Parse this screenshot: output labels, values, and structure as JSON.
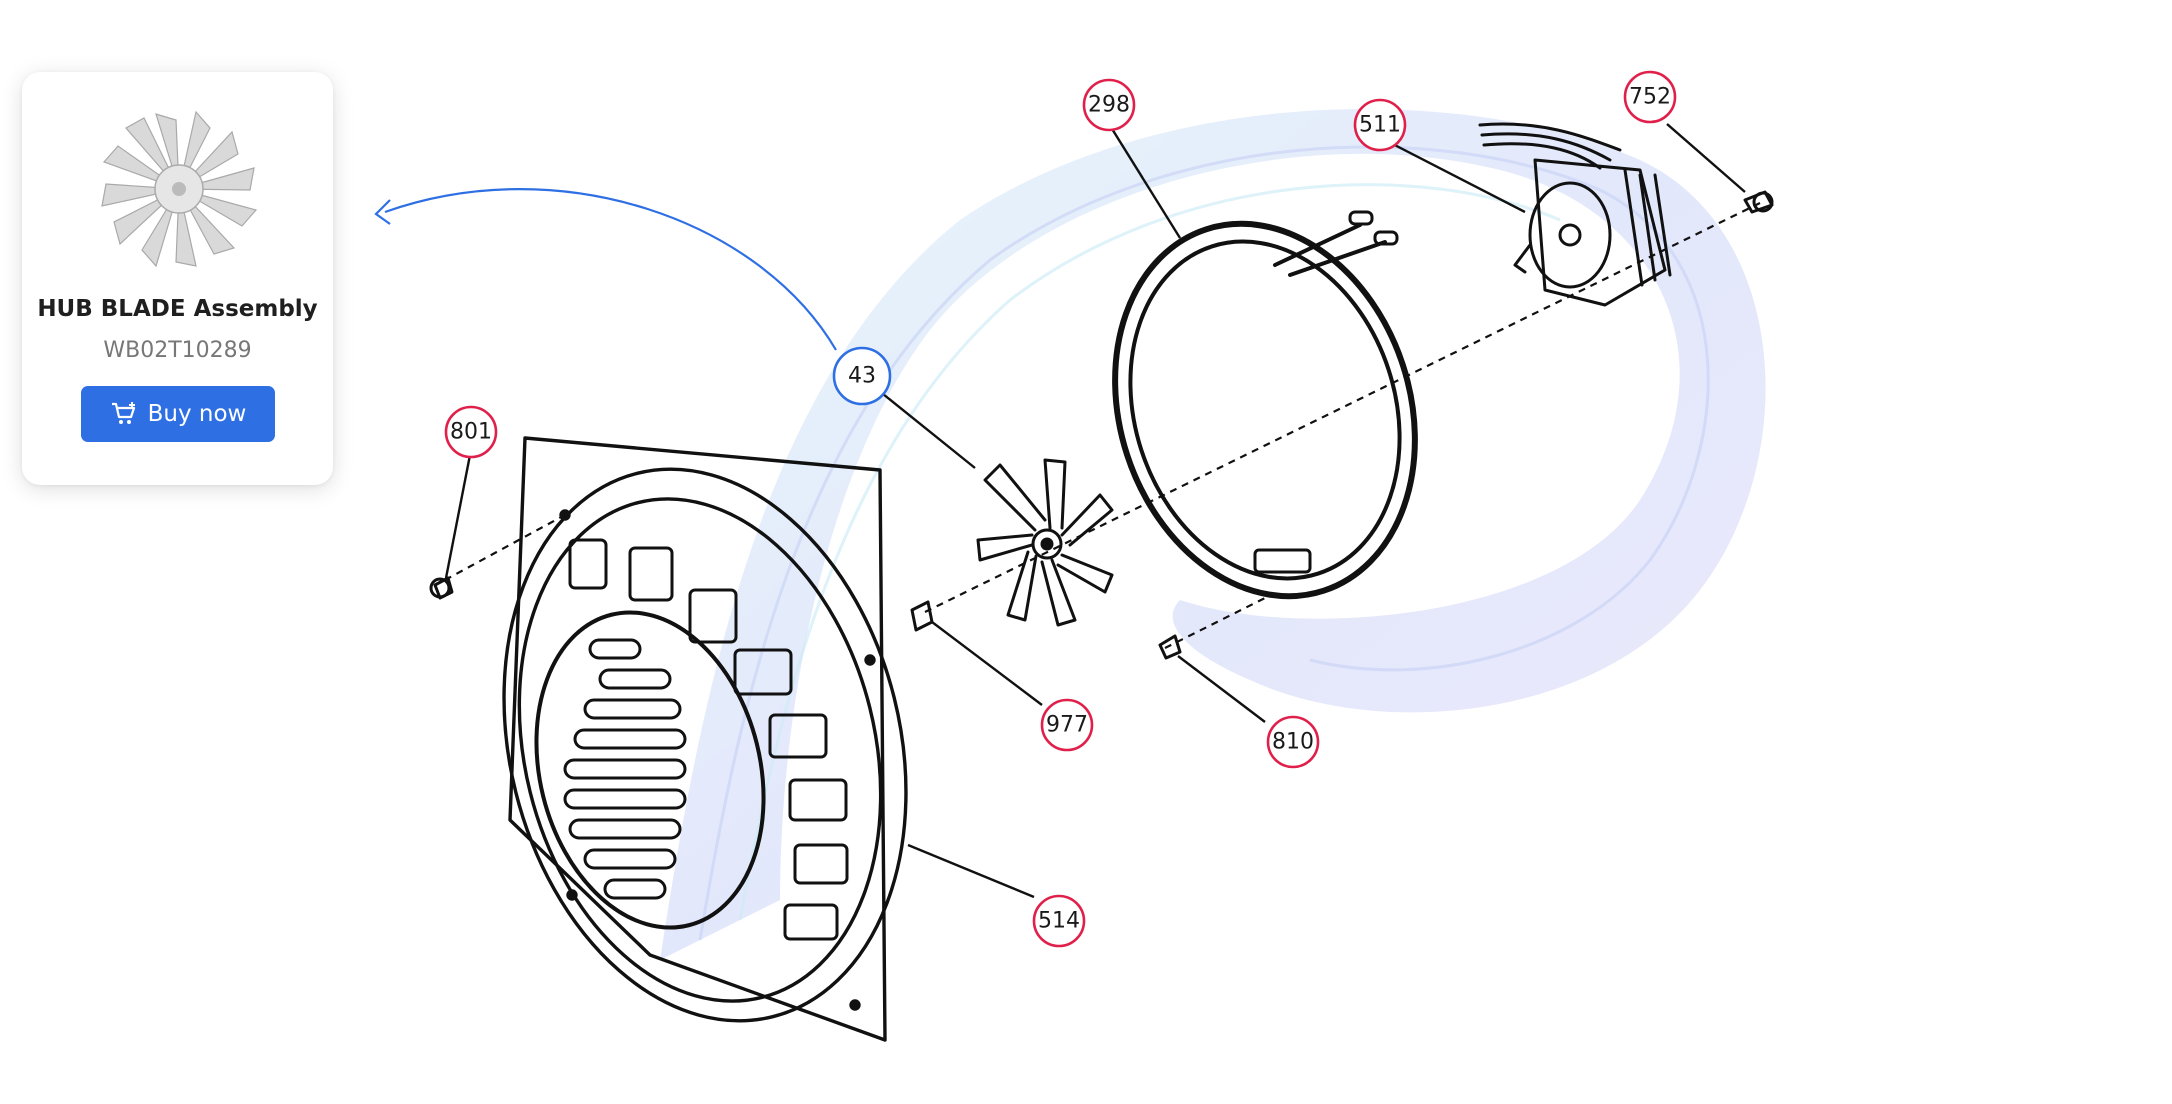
{
  "product_card": {
    "name": "HUB BLADE Assembly",
    "sku": "WB02T10289",
    "buy_label": "Buy now",
    "image_icon": "hub-blade-icon",
    "button_icon": "cart-plus-icon",
    "button_color": "#2f6fe4"
  },
  "callouts": [
    {
      "id": "298",
      "label": "298",
      "color": "#e0204a",
      "selected": false
    },
    {
      "id": "511",
      "label": "511",
      "color": "#e0204a",
      "selected": false
    },
    {
      "id": "752",
      "label": "752",
      "color": "#e0204a",
      "selected": false
    },
    {
      "id": "43",
      "label": "43",
      "color": "#2f6fe4",
      "selected": true
    },
    {
      "id": "801",
      "label": "801",
      "color": "#e0204a",
      "selected": false
    },
    {
      "id": "977",
      "label": "977",
      "color": "#e0204a",
      "selected": false
    },
    {
      "id": "810",
      "label": "810",
      "color": "#e0204a",
      "selected": false
    },
    {
      "id": "514",
      "label": "514",
      "color": "#e0204a",
      "selected": false
    }
  ]
}
